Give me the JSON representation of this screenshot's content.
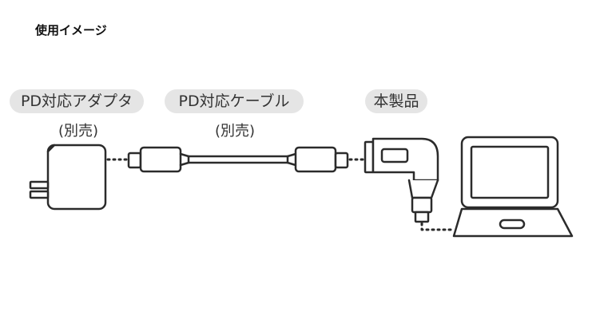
{
  "title": "使用イメージ",
  "labels": {
    "adapter": "PD対応アダプタ",
    "adapter_note": "(別売)",
    "cable": "PD対応ケーブル",
    "cable_note": "(別売)",
    "product": "本製品"
  },
  "icons": [
    "power-adapter-icon",
    "usb-c-cable-icon",
    "right-angle-connector-icon",
    "laptop-icon"
  ],
  "colors": {
    "stroke": "#2b2b2b",
    "pill": "#e5e5e5"
  }
}
